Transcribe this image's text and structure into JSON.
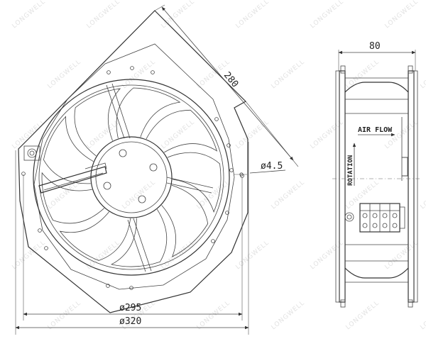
{
  "dimensions": {
    "diagonal": "280",
    "depth": "80",
    "hole": "ø4.5",
    "inner_diameter": "ø295",
    "outer_diameter": "ø320"
  },
  "labels": {
    "air_flow": "AIR FLOW",
    "rotation": "ROTATION"
  },
  "watermark": "LONGWELL",
  "colors": {
    "line": "#333333",
    "background": "#ffffff",
    "watermark": "#e2e2e2"
  },
  "icons": {
    "airflow_arrow": "arrow-right-icon",
    "rotation_arrow": "arrow-up-icon"
  }
}
